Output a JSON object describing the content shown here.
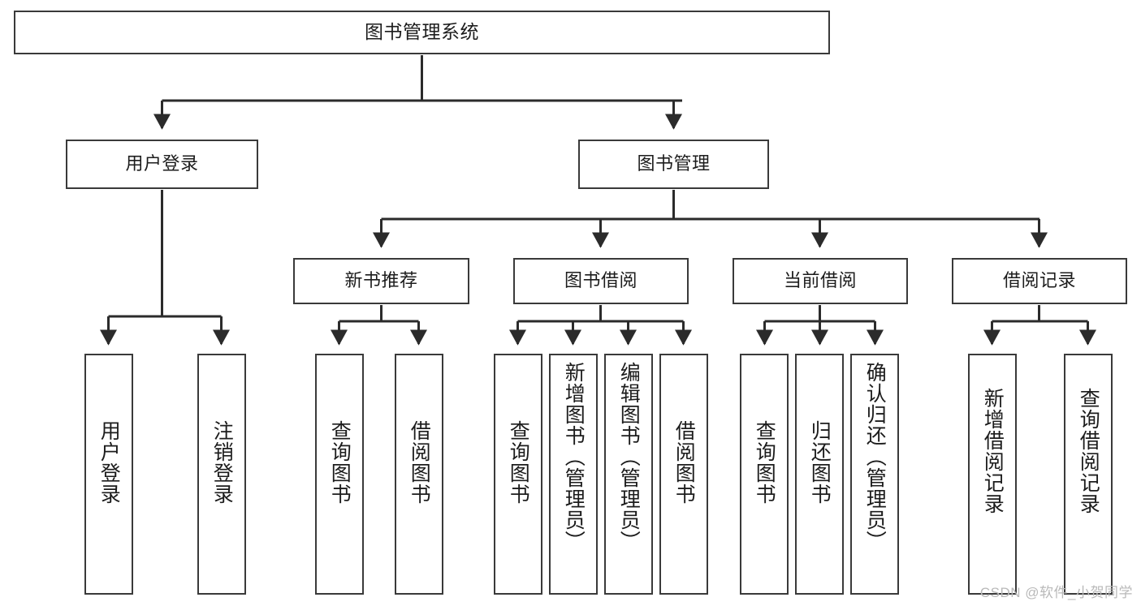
{
  "diagram": {
    "type": "tree-hierarchy",
    "title": "图书管理系统",
    "watermark": "CSDN @软件_小贺同学",
    "colors": {
      "box_border": "#3a3a3a",
      "box_fill": "#ffffff",
      "edge": "#2b2b2b",
      "text": "#1c1c1c",
      "watermark": "#b9b9b9"
    },
    "levels": {
      "root": {
        "label": "图书管理系统"
      },
      "level2": [
        {
          "id": "user-login",
          "label": "用户登录"
        },
        {
          "id": "book-manage",
          "label": "图书管理"
        }
      ],
      "level3": [
        {
          "id": "new-book-rec",
          "label": "新书推荐"
        },
        {
          "id": "book-borrow",
          "label": "图书借阅"
        },
        {
          "id": "current-borrow",
          "label": "当前借阅"
        },
        {
          "id": "borrow-record",
          "label": "借阅记录"
        }
      ],
      "leaves": [
        {
          "id": "leaf-1",
          "parent": "user-login",
          "label": "用户登录"
        },
        {
          "id": "leaf-2",
          "parent": "user-login",
          "label": "注销登录"
        },
        {
          "id": "leaf-3",
          "parent": "new-book-rec",
          "label": "查询图书"
        },
        {
          "id": "leaf-4",
          "parent": "new-book-rec",
          "label": "借阅图书"
        },
        {
          "id": "leaf-5",
          "parent": "book-borrow",
          "label": "查询图书"
        },
        {
          "id": "leaf-6",
          "parent": "book-borrow",
          "label": "新增图书（管理员）"
        },
        {
          "id": "leaf-7",
          "parent": "book-borrow",
          "label": "编辑图书（管理员）"
        },
        {
          "id": "leaf-8",
          "parent": "book-borrow",
          "label": "借阅图书"
        },
        {
          "id": "leaf-9",
          "parent": "current-borrow",
          "label": "查询图书"
        },
        {
          "id": "leaf-10",
          "parent": "current-borrow",
          "label": "归还图书"
        },
        {
          "id": "leaf-11",
          "parent": "current-borrow",
          "label": "确认归还（管理员）"
        },
        {
          "id": "leaf-12",
          "parent": "borrow-record",
          "label": "新增借阅记录"
        },
        {
          "id": "leaf-13",
          "parent": "borrow-record",
          "label": "查询借阅记录"
        }
      ]
    }
  }
}
